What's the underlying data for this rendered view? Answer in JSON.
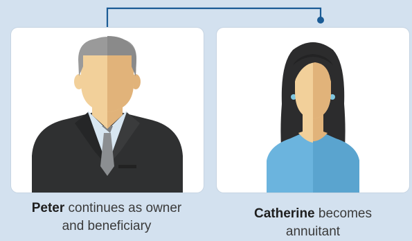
{
  "people": [
    {
      "name": "Peter",
      "description": "continues as owner and beneficiary",
      "description_lines": [
        "continues as owner",
        "and beneficiary"
      ]
    },
    {
      "name": "Catherine",
      "description": "becomes annuitant",
      "description_lines": [
        "becomes",
        "annuitant"
      ]
    }
  ],
  "colors": {
    "background": "#d3e1ef",
    "connector": "#1a5b95",
    "skin_light": "#f2d09a",
    "skin_dark": "#e1b37a",
    "suit": "#2f3031",
    "shirt": "#d7e6f1",
    "tie": "#8b8e91",
    "hair_gray": "#9a9a9a",
    "hair_dark": "#2c2c2d",
    "top_blue": "#6bb4de"
  },
  "icons": {
    "left": "man-in-suit-icon",
    "right": "woman-avatar-icon"
  }
}
